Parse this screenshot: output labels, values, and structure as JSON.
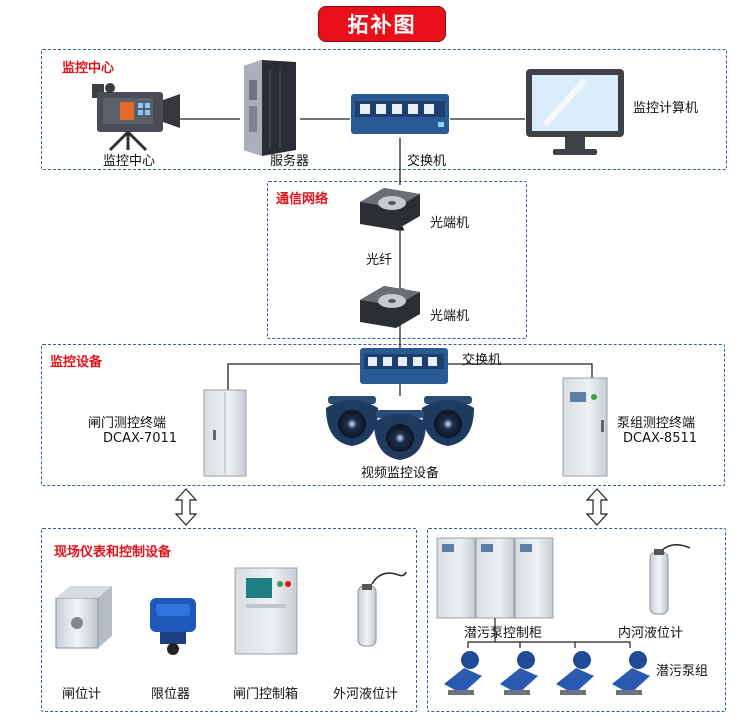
{
  "title": "拓补图",
  "groups": {
    "monitor_center": "监控中心",
    "comm_network": "通信网络",
    "monitor_devices": "监控设备",
    "field_instruments": "现场仪表和控制设备"
  },
  "labels": {
    "camera": "监控中心",
    "server": "服务器",
    "switch_top": "交换机",
    "computer": "监控计算机",
    "optical_top": "光端机",
    "fiber": "光纤",
    "optical_bottom": "光端机",
    "switch_mid": "交换机",
    "gate_terminal_name": "闸门测控终端",
    "gate_terminal_model": "DCAX-7011",
    "video": "视频监控设备",
    "pump_terminal_name": "泵组测控终端",
    "pump_terminal_model": "DCAX-8511",
    "gate_meter": "闸位计",
    "limiter": "限位器",
    "gate_box": "闸门控制箱",
    "outer_level": "外河液位计",
    "pump_cabinet": "潜污泵控制柜",
    "inner_level": "内河液位计",
    "pump_group": "潜污泵组"
  },
  "colors": {
    "accent_red": "#e0141c",
    "border_blue": "#2f5ea6",
    "switch_blue": "#2a5a96"
  }
}
